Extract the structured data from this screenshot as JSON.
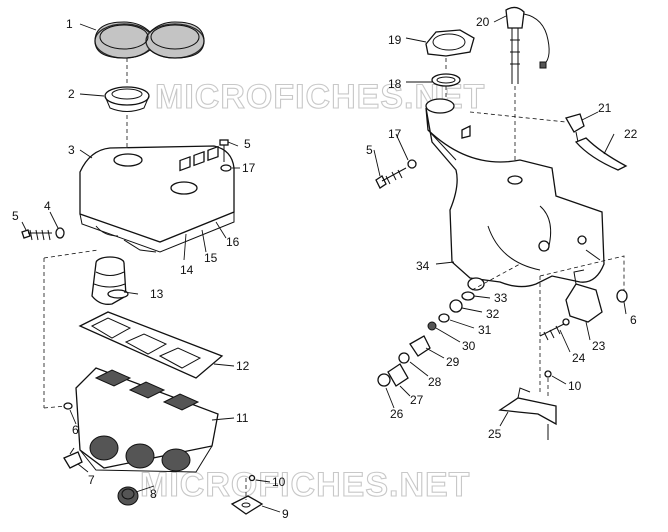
{
  "watermark": {
    "top": "MICROFICHES.NET",
    "bottom": "MICROFICHES.NET",
    "color": "#c8c8c8"
  },
  "callouts": {
    "c1": "1",
    "c2": "2",
    "c3": "3",
    "c4": "4",
    "c5": "5",
    "c5b": "5",
    "c5c": "5",
    "c6": "6",
    "c6b": "6",
    "c7": "7",
    "c8": "8",
    "c9": "9",
    "c10": "10",
    "c10b": "10",
    "c11": "11",
    "c12": "12",
    "c13": "13",
    "c14": "14",
    "c15": "15",
    "c16": "16",
    "c17": "17",
    "c17b": "17",
    "c18": "18",
    "c19": "19",
    "c20": "20",
    "c21": "21",
    "c22": "22",
    "c23": "23",
    "c24": "24",
    "c25": "25",
    "c26": "26",
    "c27": "27",
    "c28": "28",
    "c29": "29",
    "c30": "30",
    "c31": "31",
    "c32": "32",
    "c33": "33",
    "c34": "34"
  }
}
